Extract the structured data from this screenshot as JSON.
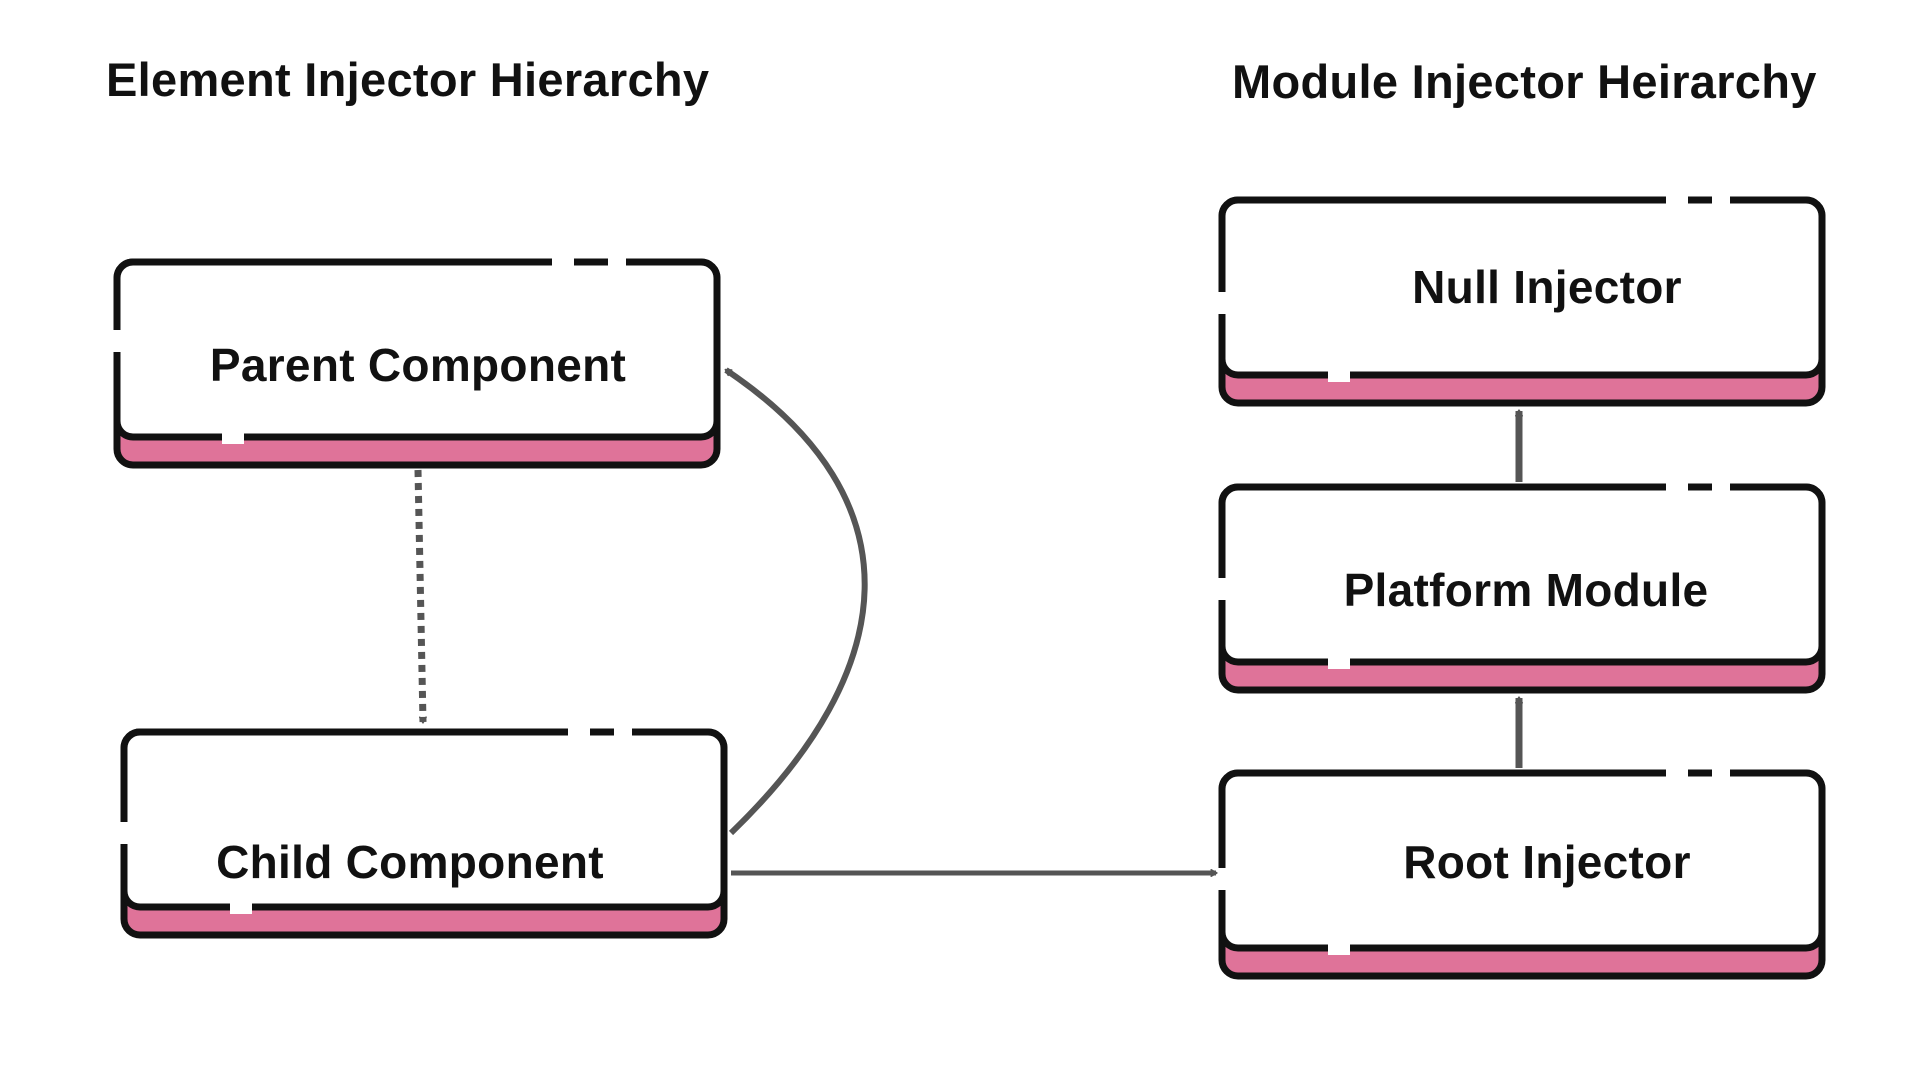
{
  "titles": {
    "element_hierarchy": "Element Injector Hierarchy",
    "module_hierarchy": "Module Injector Heirarchy"
  },
  "nodes": {
    "parent_component": "Parent Component",
    "child_component": "Child Component",
    "null_injector": "Null Injector",
    "platform_module": "Platform Module",
    "root_injector": "Root Injector"
  },
  "colors": {
    "accent_pink": "#df7399",
    "outline": "#111111",
    "arrow": "#555555",
    "background": "#ffffff"
  },
  "edges": [
    {
      "from": "parent_component",
      "to": "child_component",
      "style": "dotted"
    },
    {
      "from": "child_component",
      "to": "parent_component",
      "style": "solid-curved"
    },
    {
      "from": "child_component",
      "to": "root_injector",
      "style": "solid"
    },
    {
      "from": "root_injector",
      "to": "platform_module",
      "style": "solid"
    },
    {
      "from": "platform_module",
      "to": "null_injector",
      "style": "solid"
    }
  ]
}
